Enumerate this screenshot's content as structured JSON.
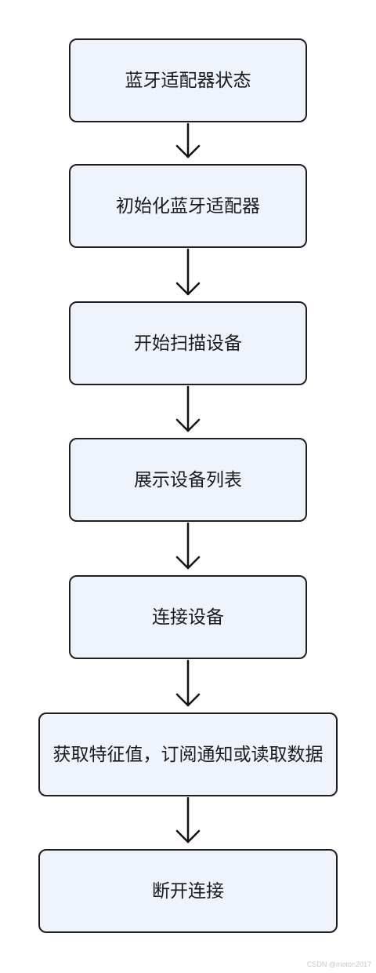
{
  "flow": {
    "steps": [
      "蓝牙适配器状态",
      "初始化蓝牙适配器",
      "开始扫描设备",
      "展示设备列表",
      "连接设备",
      "获取特征值，订阅通知或读取数据",
      "断开连接"
    ]
  },
  "colors": {
    "node_fill": "#eff3fc",
    "node_border": "#1f1f1f",
    "arrow": "#111111"
  },
  "watermark": "CSDN @moton2017"
}
